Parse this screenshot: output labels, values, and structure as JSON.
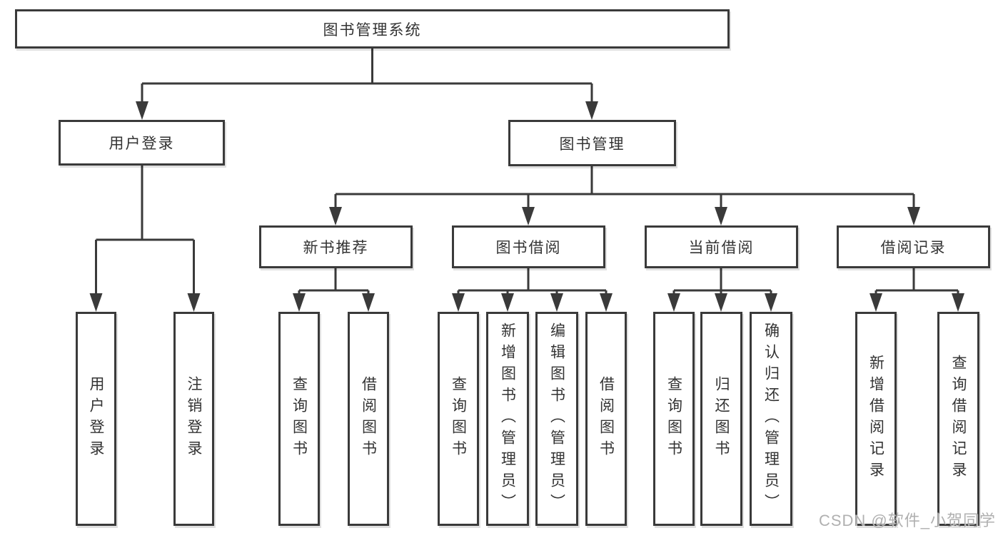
{
  "diagram": {
    "type": "tree",
    "root": {
      "label": "图书管理系统",
      "children": [
        {
          "label": "用户登录",
          "children": [
            {
              "label": "用户登录"
            },
            {
              "label": "注销登录"
            }
          ]
        },
        {
          "label": "图书管理",
          "children": [
            {
              "label": "新书推荐",
              "children": [
                {
                  "label": "查询图书"
                },
                {
                  "label": "借阅图书"
                }
              ]
            },
            {
              "label": "图书借阅",
              "children": [
                {
                  "label": "查询图书"
                },
                {
                  "label": "新增图书（管理员）"
                },
                {
                  "label": "编辑图书（管理员）"
                },
                {
                  "label": "借阅图书"
                }
              ]
            },
            {
              "label": "当前借阅",
              "children": [
                {
                  "label": "查询图书"
                },
                {
                  "label": "归还图书"
                },
                {
                  "label": "确认归还（管理员）"
                }
              ]
            },
            {
              "label": "借阅记录",
              "children": [
                {
                  "label": "新增借阅记录"
                },
                {
                  "label": "查询借阅记录"
                }
              ]
            }
          ]
        }
      ]
    }
  },
  "watermark": {
    "text": "CSDN @软件_小贺同学"
  },
  "colors": {
    "line": "#3a3a3a",
    "border": "#3a3a3a",
    "text": "#333333",
    "watermark": "#b0b0b0",
    "background": "#ffffff"
  }
}
